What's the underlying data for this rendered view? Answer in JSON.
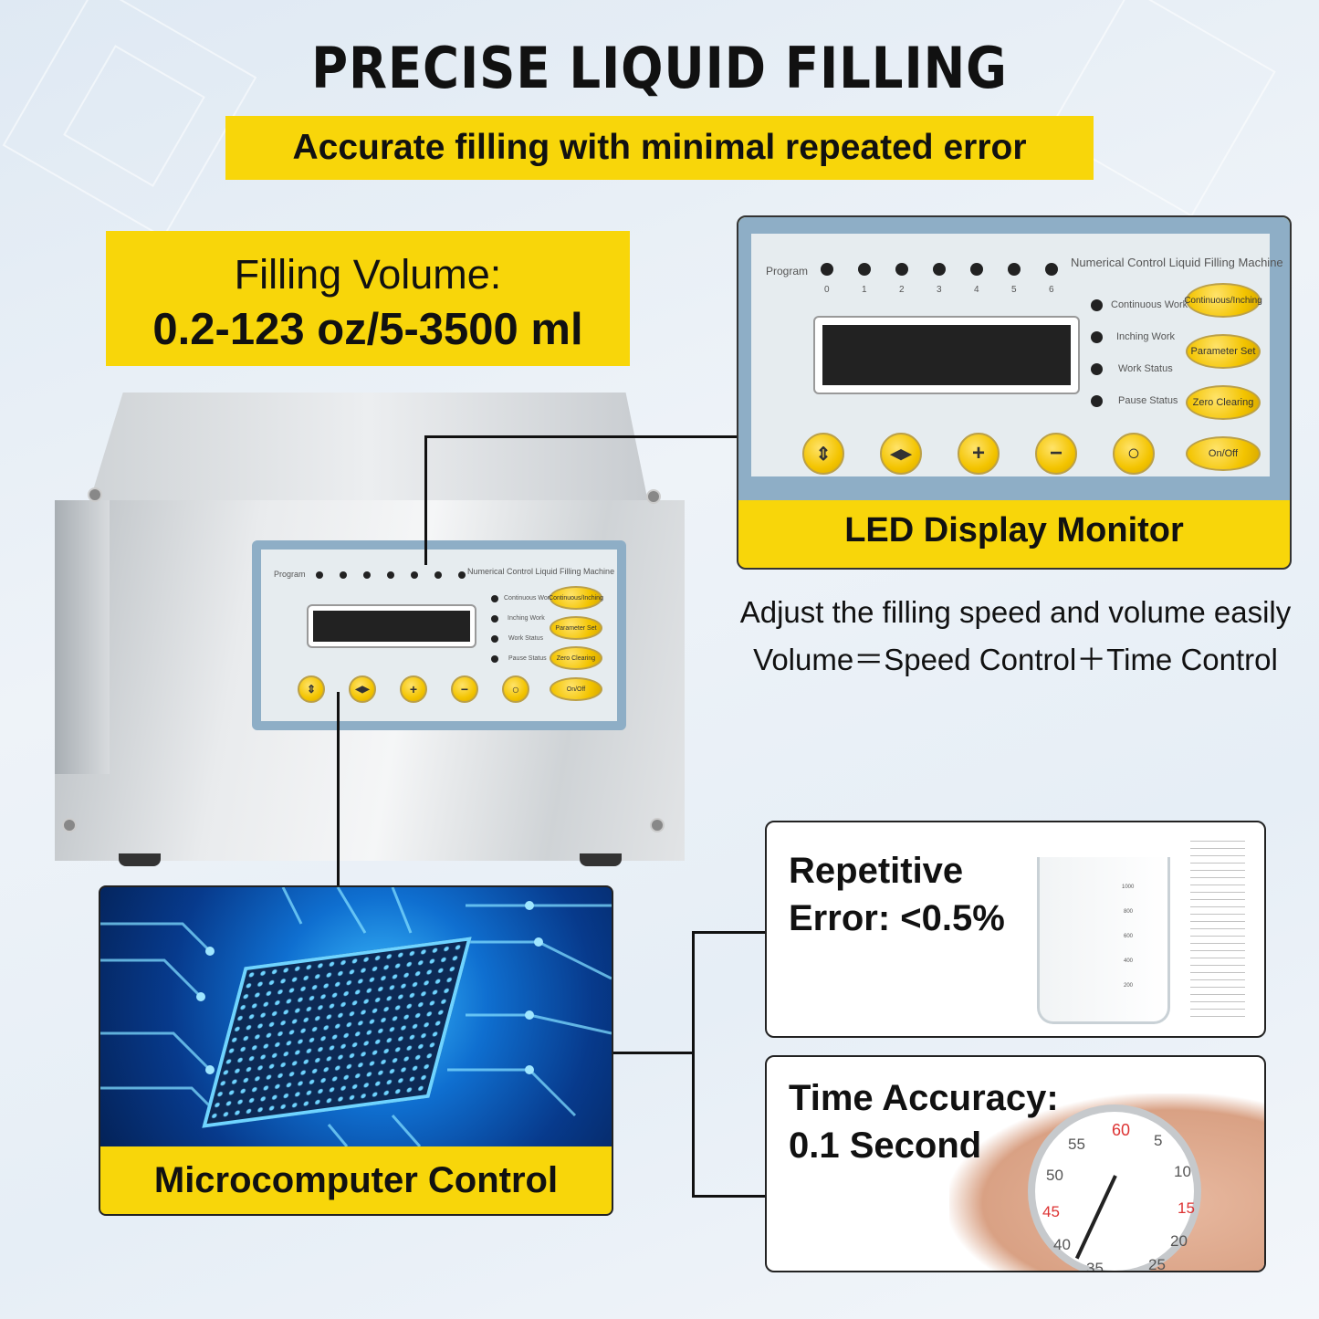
{
  "header": {
    "title": "PRECISE LIQUID FILLING",
    "subtitle": "Accurate filling with minimal repeated error"
  },
  "volume": {
    "label": "Filling Volume:",
    "value": "0.2-123 oz/5-3500 ml"
  },
  "panel": {
    "program_label": "Program",
    "machine_name": "Numerical Control Liquid Filling Machine",
    "program_numbers": [
      "0",
      "1",
      "2",
      "3",
      "4",
      "5",
      "6"
    ],
    "status_items": [
      "Continuous Work",
      "Inching Work",
      "Work Status",
      "Pause Status"
    ],
    "side_buttons": [
      "Continuous/Inching",
      "Parameter Set",
      "Zero Clearing",
      "On/Off"
    ],
    "nav_buttons": [
      "⇕",
      "◀▶",
      "+",
      "−",
      "○"
    ]
  },
  "led": {
    "caption": "LED Display Monitor"
  },
  "adjust": {
    "line1": "Adjust the filling speed and volume easily",
    "line2": "Volume＝Speed Control＋Time Control"
  },
  "micro": {
    "caption": "Microcomputer Control"
  },
  "error": {
    "line1": "Repetitive",
    "line2": "Error: <0.5%",
    "beaker_marks": [
      "1000",
      "800",
      "600",
      "400",
      "200"
    ]
  },
  "time": {
    "line1": "Time Accuracy:",
    "line2": "0.1 Second",
    "dial_numbers": [
      "60",
      "5",
      "10",
      "15",
      "20",
      "25",
      "35",
      "40",
      "45",
      "50",
      "55"
    ]
  },
  "colors": {
    "accent_yellow": "#f8d60a",
    "panel_blue": "#8eaec6"
  }
}
